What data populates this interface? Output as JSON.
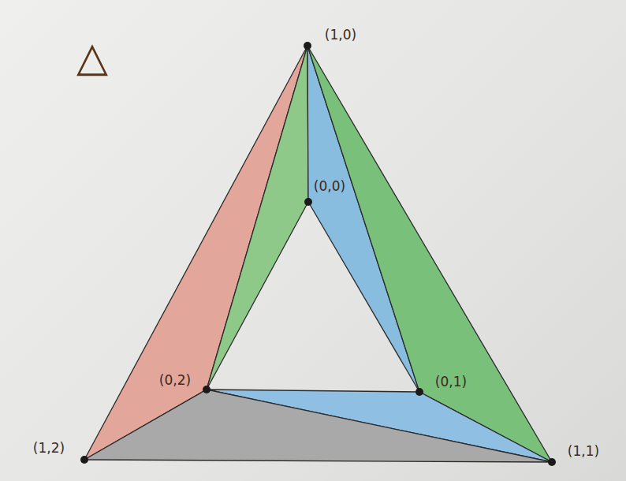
{
  "diagram": {
    "labels": [
      "△",
      "(1,0)",
      "(0,0)",
      "(0,2)",
      "(0,1)",
      "(1,2)",
      "(1,1)"
    ]
  }
}
